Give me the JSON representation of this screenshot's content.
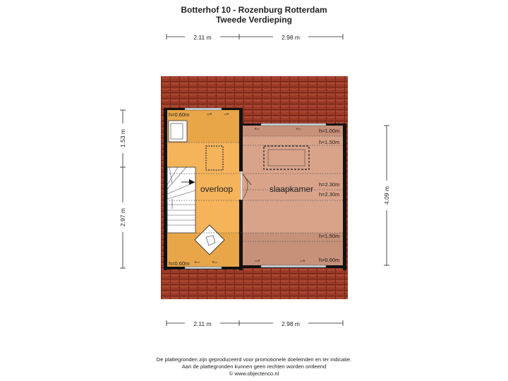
{
  "header": {
    "title": "Botterhof 10 - Rozenburg Rotterdam",
    "subtitle": "Tweede Verdieping"
  },
  "dimensions": {
    "top_left": "2.11 m",
    "top_right": "2.98 m",
    "bottom_left": "2.11 m",
    "bottom_right": "2.98 m",
    "left_upper": "1.53 m",
    "left_lower": "2.97 m",
    "right": "4.09 m"
  },
  "rooms": {
    "overloop": "overloop",
    "slaapkamer": "slaapkamer"
  },
  "heights": {
    "left_top": "h=0.60m",
    "left_bottom": "h=0.60m",
    "right_1": "h=1.00m",
    "right_2": "h<1.50m",
    "right_3": "h=2.30m",
    "right_4": "h=2.30m",
    "right_5": "h<1.50m",
    "right_6": "h=0.60m"
  },
  "footer": {
    "line1": "De plattegronden zijn geproduceerd voor promotionele doeleinden en ter indicatie.",
    "line2": "Aan de plattegronden kunnen geen rechten worden ontleend",
    "line3": "© www.objectenco.nl"
  },
  "colors": {
    "roof": "#9c3a27",
    "landing": "#f5b35a",
    "landing_dark": "#e8a648",
    "bedroom": "#d9a38a",
    "bedroom_dark": "#c79079",
    "wall": "#111111"
  }
}
